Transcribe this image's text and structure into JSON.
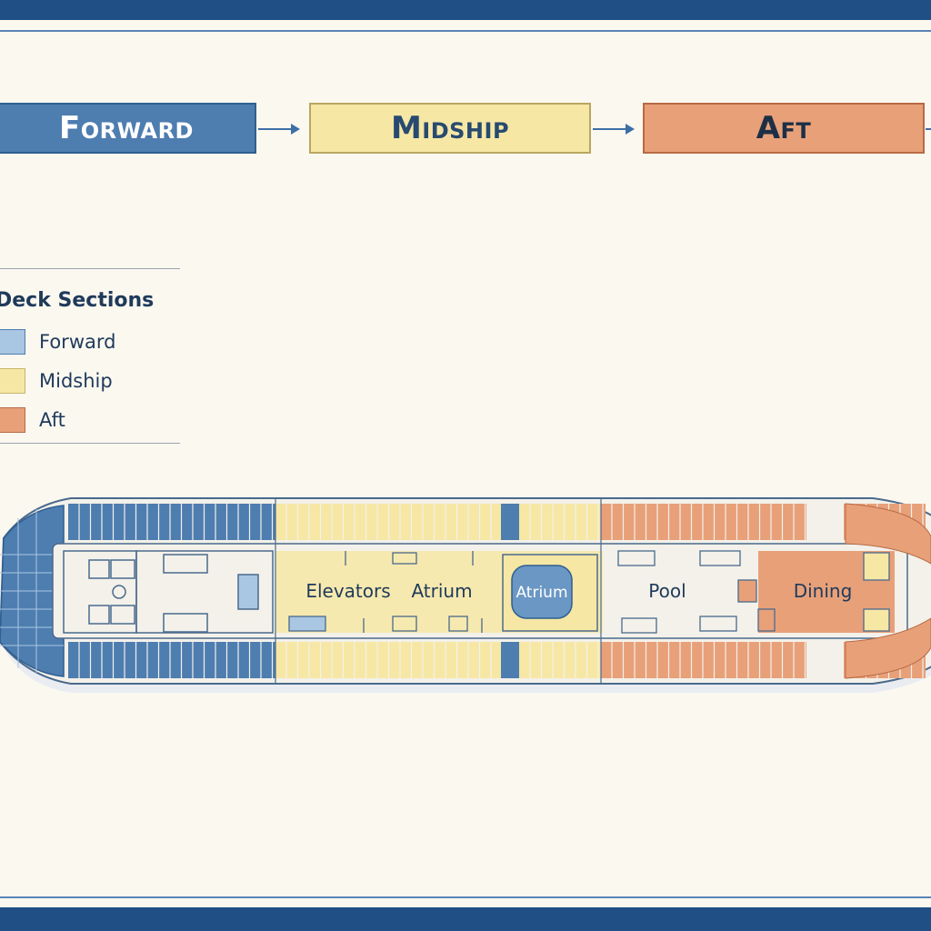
{
  "flow": {
    "forward": "Forward",
    "midship": "Midship",
    "aft": "Aft"
  },
  "legend": {
    "title": "Deck Sections",
    "items": [
      {
        "label": "Forward",
        "color": "#a9c6e2"
      },
      {
        "label": "Midship",
        "color": "#f6e7a5"
      },
      {
        "label": "Aft",
        "color": "#e8a079"
      }
    ]
  },
  "deck": {
    "labels": {
      "elevators": "Elevators",
      "atrium": "Atrium",
      "atrium_core": "Atrium",
      "pool": "Pool",
      "dining": "Dining"
    }
  },
  "colors": {
    "frame": "#1f4f84",
    "forward": "#4e7db0",
    "midship": "#f6e7a5",
    "aft": "#e8a079",
    "text": "#1f3a5a"
  }
}
